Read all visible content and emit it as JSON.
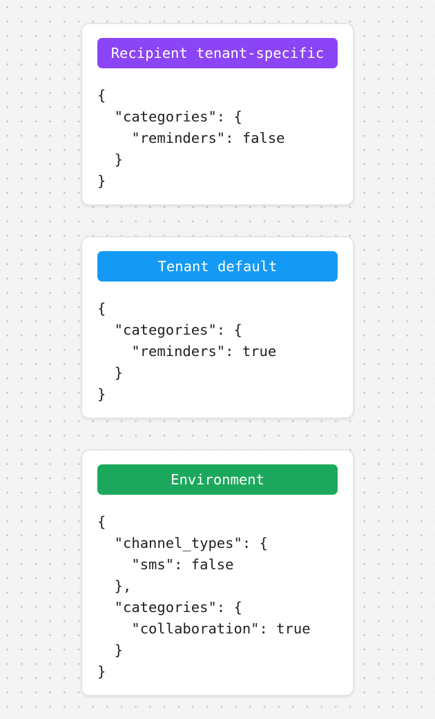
{
  "canvas": {
    "background_color": "#f4f4f4",
    "dot_color": "#c3c3c3"
  },
  "cards": [
    {
      "name": "recipient-tenant-specific",
      "badge": {
        "label": "Recipient tenant-specific",
        "color": "#8c45f6",
        "text_color": "#ffffff"
      },
      "code": "{\n  \"categories\": {\n    \"reminders\": false\n  }\n}"
    },
    {
      "name": "tenant-default",
      "badge": {
        "label": "Tenant default",
        "color": "#149af5",
        "text_color": "#ffffff"
      },
      "code": "{\n  \"categories\": {\n    \"reminders\": true\n  }\n}"
    },
    {
      "name": "environment",
      "badge": {
        "label": "Environment",
        "color": "#1ca85c",
        "text_color": "#ffffff"
      },
      "code": "{\n  \"channel_types\": {\n    \"sms\": false\n  },\n  \"categories\": {\n    \"collaboration\": true\n  }\n}"
    }
  ]
}
